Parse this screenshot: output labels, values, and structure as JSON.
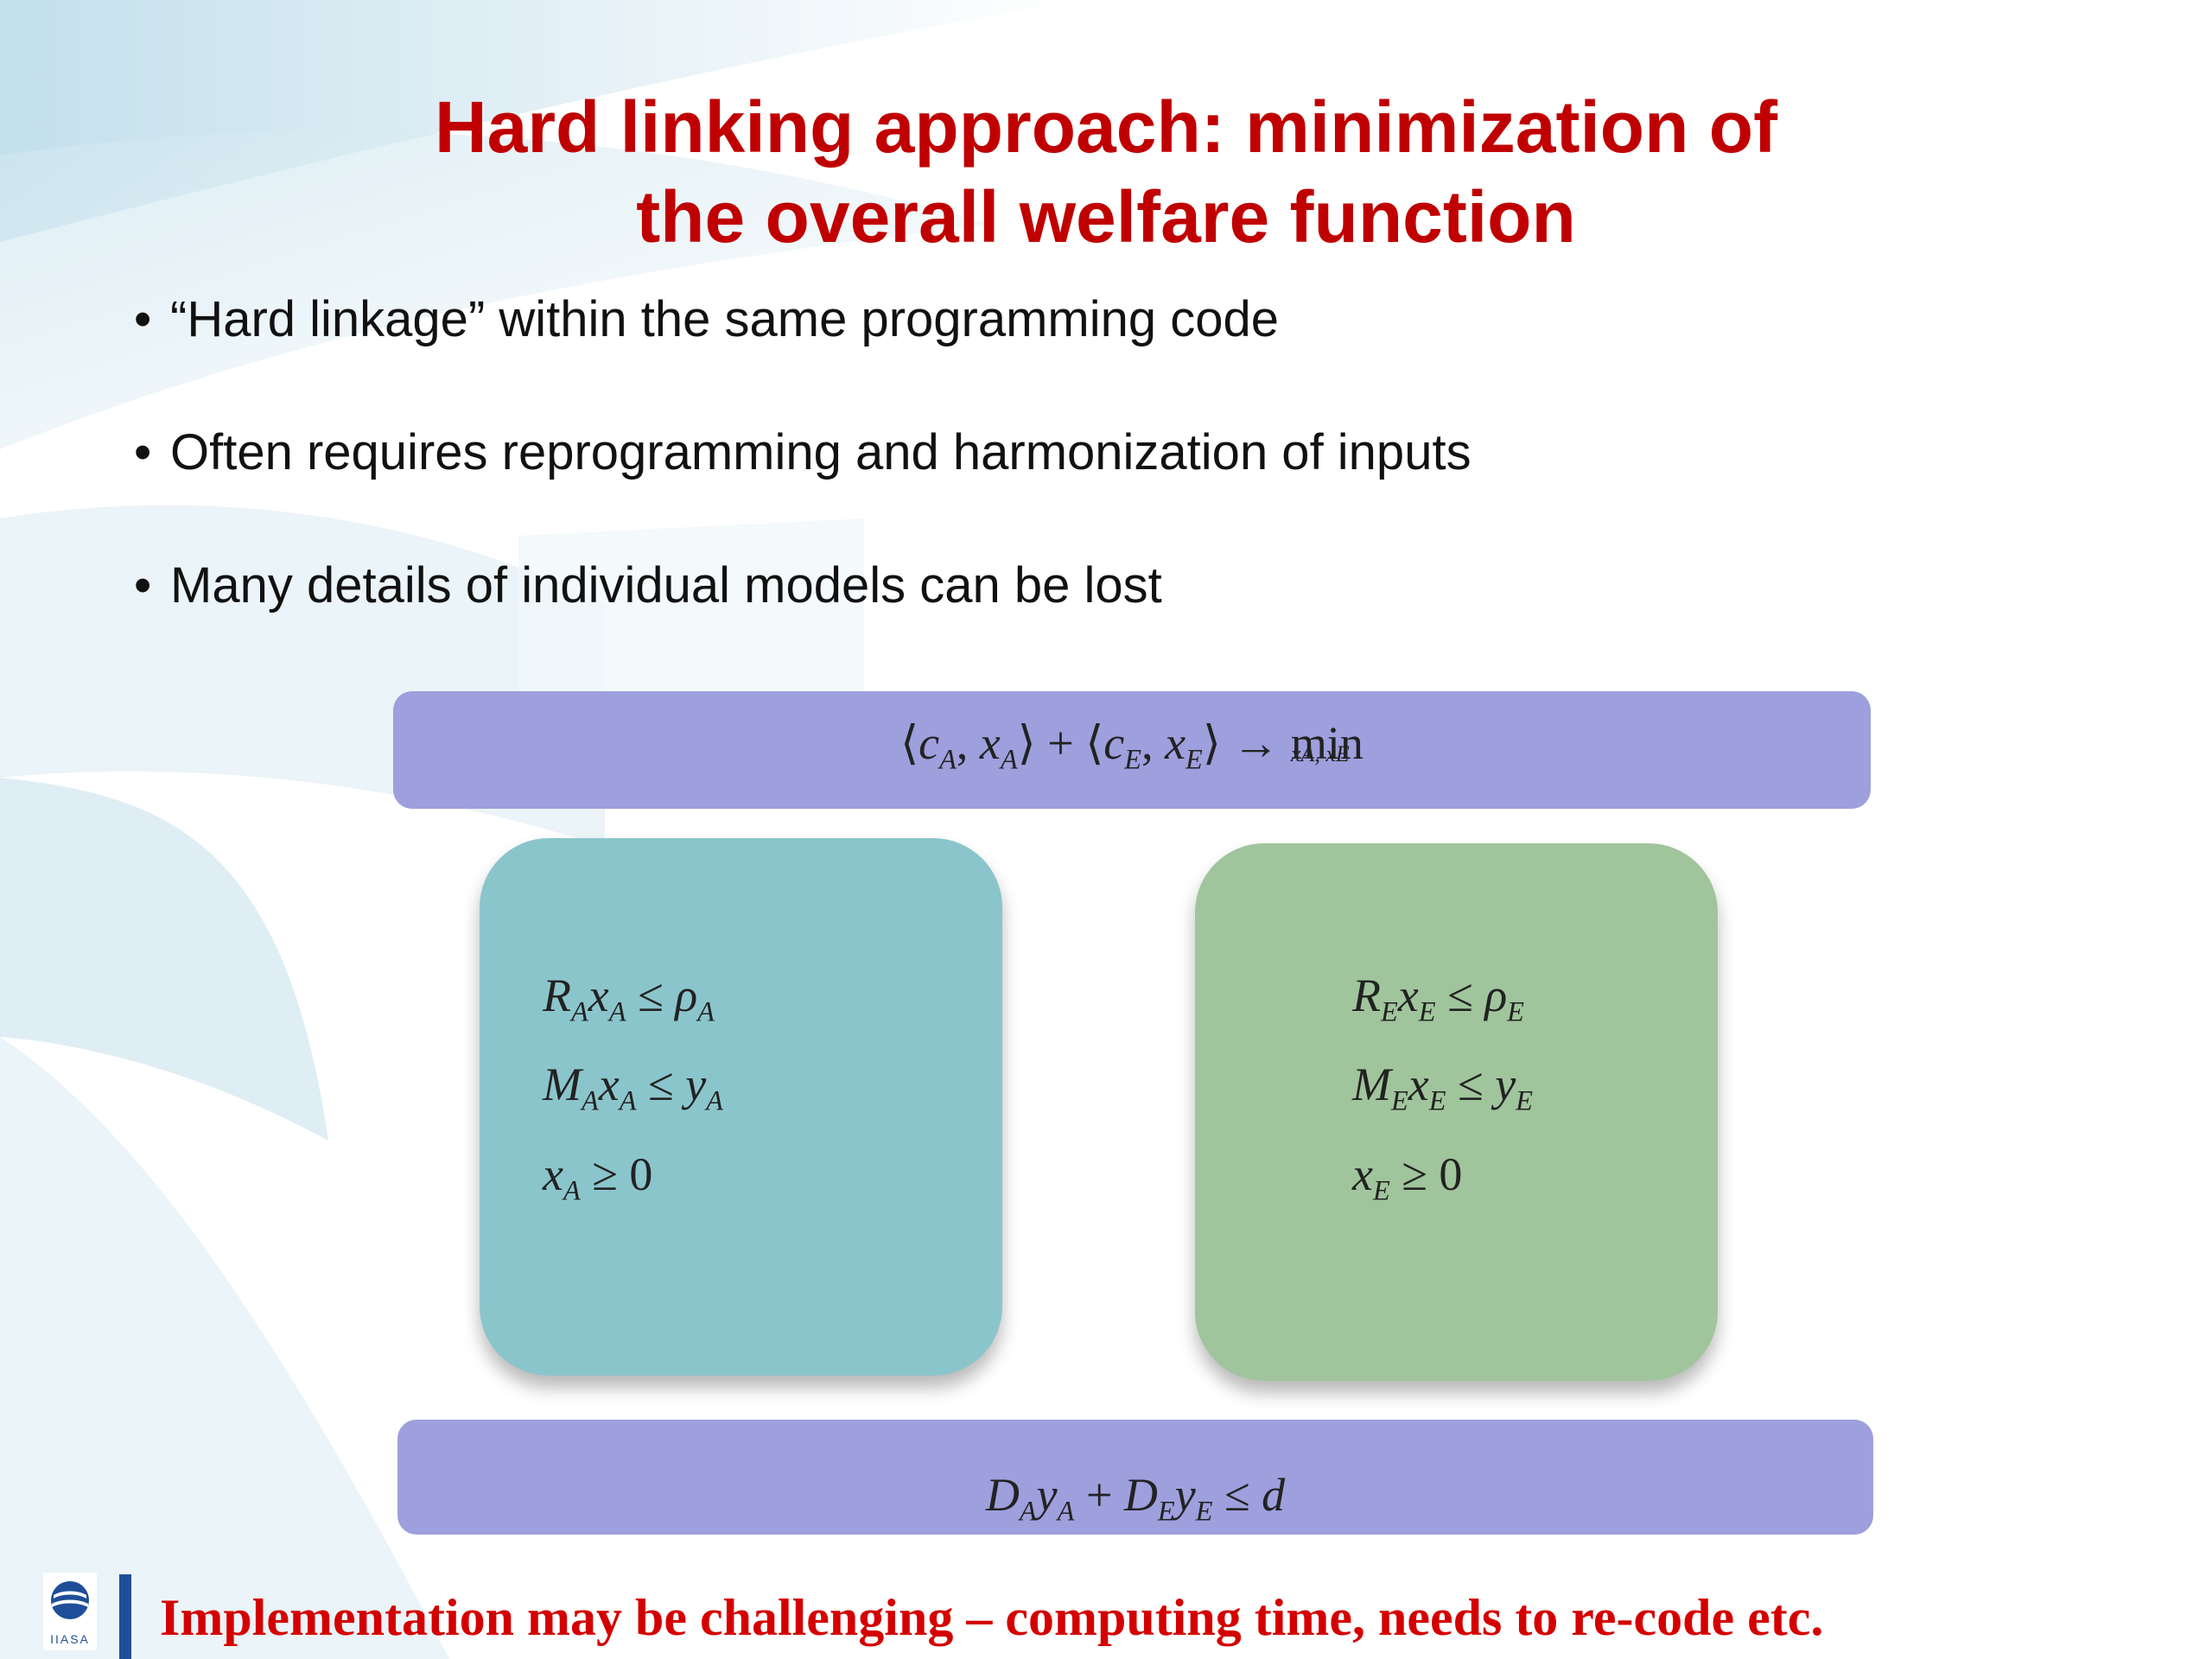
{
  "slide": {
    "title_line1": "Hard linking approach: minimization of",
    "title_line2": "the overall welfare function",
    "bullet_glyph": "•",
    "bullets": [
      "“Hard linkage” within the same programming code",
      "Often requires reprogramming and harmonization of inputs",
      "Many details of individual models can be lost"
    ],
    "footer_text": "Implementation may be challenging – computing time, needs to re-code etc.",
    "footer_logo_text": "IIASA"
  },
  "diagram": {
    "objective": {
      "lang": "⟨",
      "c": "c",
      "sub_A": "A",
      "comma": ", ",
      "x": "x",
      "rang": "⟩",
      "plus": " + ",
      "sub_E": "E",
      "arrow": " → ",
      "min": "min",
      "min_sub": "xA, xE"
    },
    "agri": {
      "R": "R",
      "M": "M",
      "x": "x",
      "y": "y",
      "rho": "ρ",
      "sub": "A",
      "le": " ≤ ",
      "ge": " ≥ ",
      "zero": "0"
    },
    "energy": {
      "R": "R",
      "M": "M",
      "x": "x",
      "y": "y",
      "rho": "ρ",
      "sub": "E",
      "le": " ≤ ",
      "ge": " ≥ ",
      "zero": "0"
    },
    "demand": {
      "D": "D",
      "y": "y",
      "sub_A": "A",
      "sub_E": "E",
      "plus": " + ",
      "le": " ≤ ",
      "d": "d"
    }
  },
  "colors": {
    "title": "#c00000",
    "footer_text": "#d40000",
    "bar": "#9e9fdd",
    "box_agri": "#8bc5cc",
    "box_energy": "#a0c59c",
    "footer_rule": "#1f4e99"
  }
}
